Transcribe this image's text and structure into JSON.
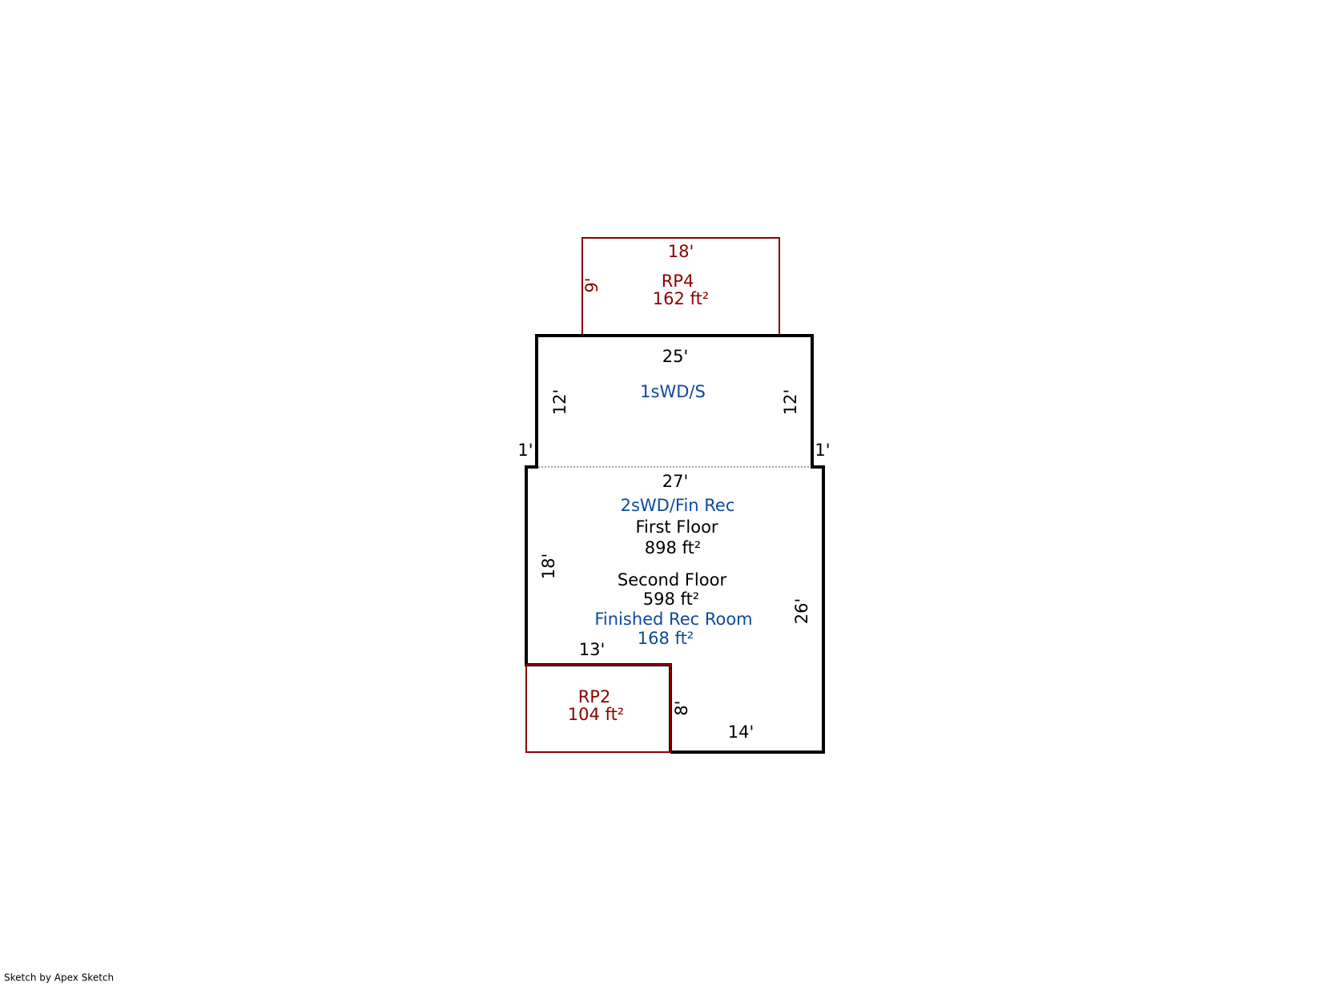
{
  "colors": {
    "walls": "#000000",
    "porch": "#8b0000",
    "label_blue": "#0b4a9b",
    "label_red": "#8b0000"
  },
  "rp4": {
    "width_dim": "18'",
    "height_dim": "9'",
    "name": "RP4",
    "area": "162 ft²"
  },
  "upper": {
    "top_dim": "25'",
    "name": "1sWD/S",
    "left_dim": "12'",
    "right_dim": "12'",
    "left_step": "1'",
    "right_step": "1'"
  },
  "lower": {
    "top_dim": "27'",
    "name": "2sWD/Fin Rec",
    "first_floor_label": "First Floor",
    "first_floor_area": "898 ft²",
    "second_floor_label": "Second Floor",
    "second_floor_area": "598 ft²",
    "rec_room_label": "Finished Rec Room",
    "rec_room_area": "168 ft²",
    "left_dim": "18'",
    "right_dim": "26'",
    "notch_width_dim": "13'",
    "notch_height_dim": "8'",
    "bottom_dim": "14'"
  },
  "rp2": {
    "name": "RP2",
    "area": "104 ft²"
  },
  "footer": "Sketch by Apex Sketch"
}
